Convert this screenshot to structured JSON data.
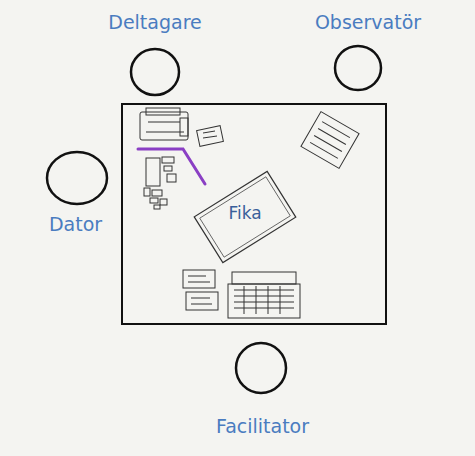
{
  "diagram": {
    "nodes": [
      {
        "text": [
          "Deltagare"
        ]
      },
      {
        "text": [
          "Observatör"
        ]
      },
      {
        "text": [
          "Dator"
        ]
      },
      {
        "text": [
          "Fika"
        ]
      },
      {
        "text": [
          "Facilitator"
        ]
      }
    ]
  }
}
